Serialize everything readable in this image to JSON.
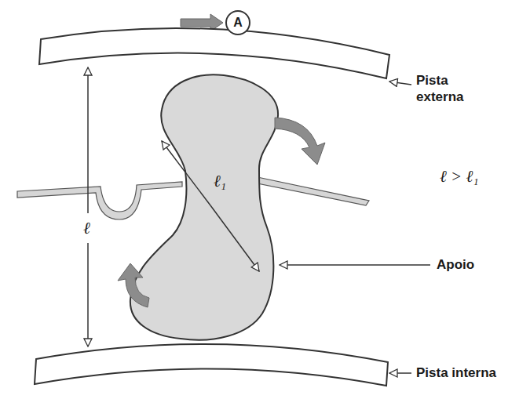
{
  "diagram": {
    "nodes": [
      {
        "text": [
          "A"
        ]
      }
    ],
    "labels": [
      "Pista externa",
      "ℓ > ℓ₁",
      "ℓ₁",
      "ℓ",
      "Apoio",
      "Pista interna"
    ]
  }
}
